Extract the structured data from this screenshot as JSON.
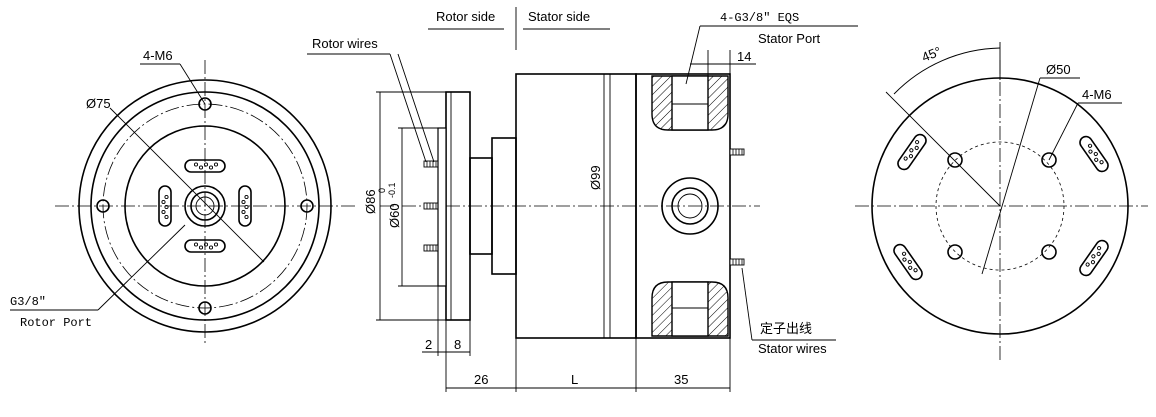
{
  "header": {
    "rotor_side": "Rotor side",
    "stator_side": "Stator side"
  },
  "left_view": {
    "bolt_label": "4-M6",
    "diameter_label": "Ø75",
    "port_size": "G3/8″",
    "port_name": "Rotor Port"
  },
  "side_view": {
    "rotor_wires": "Rotor wires",
    "stator_port_size": "4-G3/8″ EQS",
    "stator_port_name": "Stator Port",
    "dim_14": "14",
    "dim_86": "Ø86",
    "dim_60": "Ø60",
    "dim_60_tol_upper": "0",
    "dim_60_tol_lower": "-0.1",
    "dim_99": "Ø99",
    "dim_2": "2",
    "dim_8": "8",
    "dim_26": "26",
    "dim_L": "L",
    "dim_35": "35",
    "stator_wires_cn": "定子出线",
    "stator_wires": "Stator wires"
  },
  "right_view": {
    "angle_label": "45°",
    "diameter_label": "Ø50",
    "bolt_label": "4-M6"
  }
}
